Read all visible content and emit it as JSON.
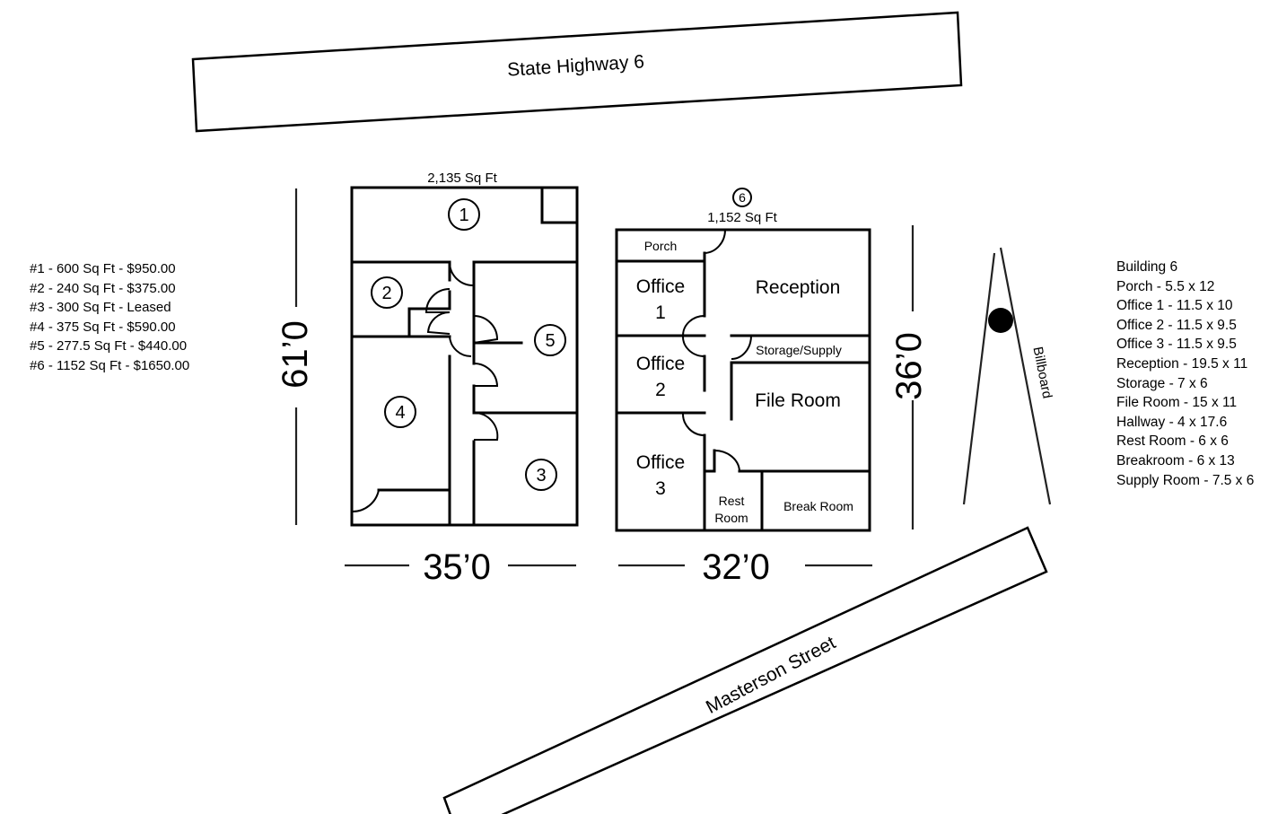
{
  "roads": {
    "highway": "State Highway 6",
    "street": "Masterson Street"
  },
  "billboard_label": "Billboard",
  "dimensions": {
    "building_a_height": "61’0",
    "building_a_width": "35’0",
    "building_b_height": "36’0",
    "building_b_width": "32’0"
  },
  "building_a": {
    "area_label": "2,135 Sq Ft",
    "units": [
      "1",
      "2",
      "3",
      "4",
      "5"
    ]
  },
  "building_b": {
    "unit_number": "6",
    "area_label": "1,152 Sq Ft",
    "rooms": {
      "porch": "Porch",
      "office1_line1": "Office",
      "office1_line2": "1",
      "office2_line1": "Office",
      "office2_line2": "2",
      "office3_line1": "Office",
      "office3_line2": "3",
      "reception": "Reception",
      "storage": "Storage/Supply",
      "file_room": "File Room",
      "rest_room_line1": "Rest",
      "rest_room_line2": "Room",
      "break_room": "Break Room"
    }
  },
  "pricing_legend": [
    "#1 - 600 Sq Ft - $950.00",
    "#2 - 240 Sq Ft - $375.00",
    "#3 - 300 Sq Ft  - Leased",
    "#4 - 375 Sq Ft - $590.00",
    "#5 - 277.5 Sq Ft  - $440.00",
    "#6 - 1152 Sq Ft - $1650.00"
  ],
  "building6_legend": {
    "title": "Building 6",
    "rooms": [
      "Porch - 5.5 x 12",
      "Office 1 - 11.5 x 10",
      "Office 2 - 11.5 x 9.5",
      "Office 3 - 11.5 x 9.5",
      "Reception - 19.5 x 11",
      "Storage - 7 x 6",
      "File Room - 15 x 11",
      "Hallway - 4 x 17.6",
      "Rest Room - 6 x 6",
      "Breakroom - 6 x 13",
      "Supply Room - 7.5 x 6"
    ]
  }
}
